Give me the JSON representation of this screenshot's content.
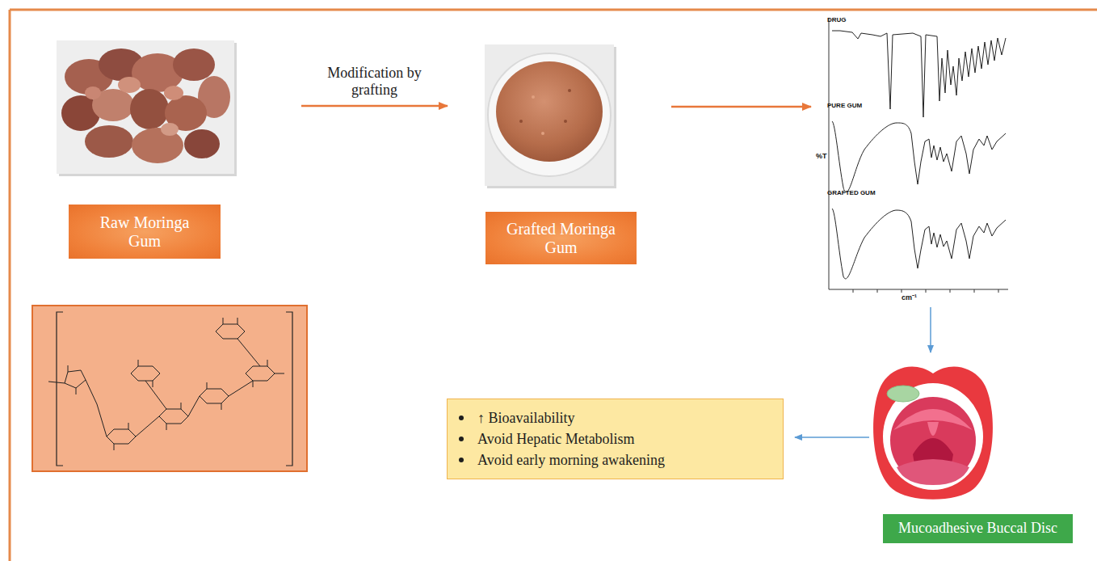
{
  "diagram": {
    "nodes": [
      {
        "text": [
          "Raw Moringa Gum"
        ]
      },
      {
        "text": [
          "Grafted Moringa Gum"
        ]
      },
      {
        "text": [
          "DRUG",
          "PURE GUM",
          "GRAFTED GUM"
        ]
      },
      {
        "text": [
          "Mucoadhesive Buccal Disc"
        ]
      },
      {
        "text": [
          "↑ Bioavailability",
          "Avoid Hepatic Metabolism",
          "Avoid early morning awakening"
        ]
      }
    ],
    "edges": [
      {
        "from": 0,
        "to": 1,
        "arrow": "to",
        "label": "Modification by grafting"
      },
      {
        "from": 1,
        "to": 2,
        "arrow": "to"
      },
      {
        "from": 2,
        "to": 3,
        "arrow": "to"
      },
      {
        "from": 3,
        "to": 4,
        "arrow": "to"
      }
    ],
    "labels": [
      "%T",
      "cm⁻¹"
    ]
  }
}
